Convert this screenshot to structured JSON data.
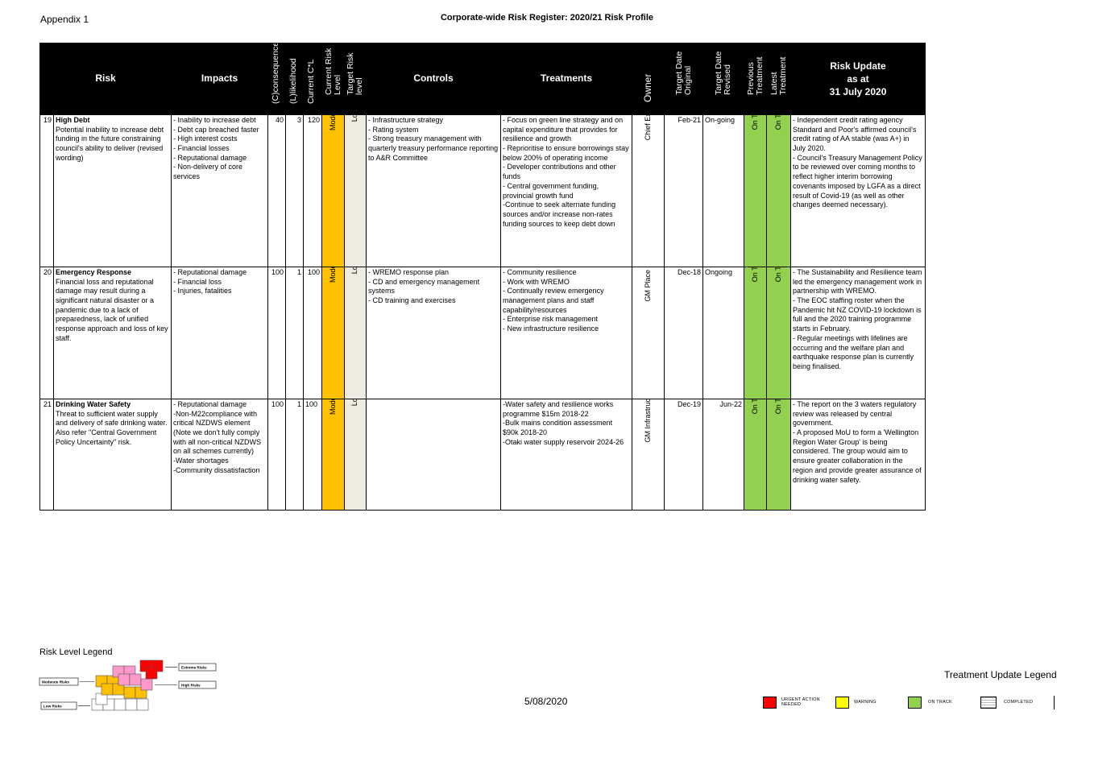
{
  "header": {
    "appendix": "Appendix 1",
    "title": "Corporate-wide Risk Register: 2020/21 Risk Profile"
  },
  "columns": {
    "risk": "Risk",
    "impacts": "Impacts",
    "consequence": "(C)consequence",
    "likelihood": "(L)likelihood",
    "current_cl": "Current C*L",
    "current_risk_l1": "Current Risk",
    "current_risk_l2": "Level",
    "target_risk_l1": "Target Risk",
    "target_risk_l2": "level",
    "controls": "Controls",
    "treatments": "Treatments",
    "owner": "Owner",
    "target_orig_l1": "Target Date",
    "target_orig_l2": "Original",
    "target_rev_l1": "Target Date",
    "target_rev_l2": "Revised",
    "prev_l1": "Previous",
    "prev_l2": "Treatment",
    "latest_l1": "Latest",
    "latest_l2": "Treatment",
    "update_l1": "Risk Update",
    "update_l2": "as at",
    "update_l3": "31 July 2020"
  },
  "rows": [
    {
      "id": "19",
      "title": "High Debt",
      "description": "Potential inability to increase debt funding in the future constraining council's ability to deliver (revised wording)",
      "impacts": "- Inability to increase debt\n- Debt cap breached faster\n- High interest costs\n- Financial losses\n- Reputational damage\n- Non-delivery of core services",
      "consequence": "40",
      "likelihood": "3",
      "current_cl": "120",
      "current_level": "Moderate",
      "target_level": "Low",
      "controls": "- Infrastructure strategy\n- Rating system\n- Strong treasury management  with quarterly treasury performance reporting to A&R Committee",
      "treatments": "- Focus on green line strategy and on capital expenditure that provides for resilience and growth\n- Reprioritise to ensure borrowings stay below 200% of operating income\n- Developer contributions and other funds\n- Central government funding, provincial growth fund\n-Continue to seek alternate funding sources and/or increase non-rates funding sources to keep debt down",
      "owner": "Chief Executive",
      "target_original": "Feb-21",
      "target_revised": "On-going",
      "previous_treatment": "On Track",
      "latest_treatment": "On Track",
      "update": "- Independent credit rating agency Standard and Poor's affirmed council's credit rating of AA stable (was A+) in July 2020.\n-  Council's Treasury Management Policy to be reviewed over coming months to reflect higher interim borrowing covenants imposed by LGFA as a direct result of Covid-19 (as well as other changes deemed necessary)."
    },
    {
      "id": "20",
      "title": "Emergency Response",
      "description": "Financial loss and reputational damage may result during a significant natural disaster or a pandemic due to a lack of preparedness, lack of unified response approach and loss of key staff.",
      "impacts": "- Reputational damage\n- Financial loss\n- Injuries, fatalities",
      "consequence": "100",
      "likelihood": "1",
      "current_cl": "100",
      "current_level": "Moderate",
      "target_level": "Low",
      "controls": "- WREMO response plan\n- CD and emergency management systems\n- CD training and exercises",
      "treatments": "- Community resilience\n- Work with WREMO\n- Continually review emergency management plans and staff capability/resources\n- Enterprise risk management\n- New infrastructure resilience",
      "owner": "GM Place and Space",
      "target_original": "Dec-18",
      "target_revised": "Ongoing",
      "previous_treatment": "On Track",
      "latest_treatment": "On Track",
      "update": "- The Sustainability and Resilience team led the emergency management work in partnership with WREMO.\n- The EOC staffing roster when the Pandemic hit NZ COVID-19 lockdown is full and the 2020 training programme starts in February.\n- Regular meetings with lifelines are occurring and the welfare plan and earthquake response plan is currently being finalised."
    },
    {
      "id": "21",
      "title": "Drinking Water Safety",
      "description": "Threat to sufficient water supply and delivery of safe drinking water.\nAlso refer \"Central Government Policy Uncertainty\" risk.",
      "impacts": "- Reputational damage\n-Non-M22compliance with critical NZDWS element (Note we don't fully comply with all non-critical NZDWS on all schemes currently)\n-Water shortages\n-Community dissatisfaction",
      "consequence": "100",
      "likelihood": "1",
      "current_cl": "100",
      "current_level": "Moderate",
      "target_level": "Low",
      "controls": "",
      "treatments": "-Water safety and resilience works programme $15m 2018-22\n-Bulk mains condition assessment $90k 2018-20\n-Otaki water supply reservoir 2024-26",
      "owner": "GM Infrastructure Services",
      "target_original": "Dec-19",
      "target_revised": "Jun-22",
      "previous_treatment": "On Track",
      "latest_treatment": "On Track",
      "update": "- The report on the 3 waters regulatory review was released by central government.\n- A proposed MoU to form a 'Wellington Region Water Group' is being considered.  The group would aim to ensure greater collaboration in the region and provide greater assurance of drinking water safety."
    }
  ],
  "risk_legend": {
    "title": "Risk Level Legend",
    "extreme": "Extreme Risks",
    "high": "High Risks",
    "moderate": "Moderate Risks",
    "low": "Low Risks",
    "colors": {
      "extreme": "#ff0000",
      "high": "#ff99cc",
      "moderate": "#ffc000",
      "low": "#ffffff"
    }
  },
  "footer": {
    "date": "5/08/2020"
  },
  "treatment_legend": {
    "title": "Treatment Update Legend",
    "items": [
      {
        "label": "URGENT ACTION NEEDED",
        "color": "#ff0000"
      },
      {
        "label": "WARNING",
        "color": "#ffff00"
      },
      {
        "label": "ON TRACK",
        "color": "#92d050"
      },
      {
        "label": "COMPLETED",
        "color": "hatched"
      }
    ]
  },
  "colors": {
    "moderate": "#ffc000",
    "low": "#eeece1",
    "on_track": "#92d050",
    "header_bg": "#000000"
  }
}
